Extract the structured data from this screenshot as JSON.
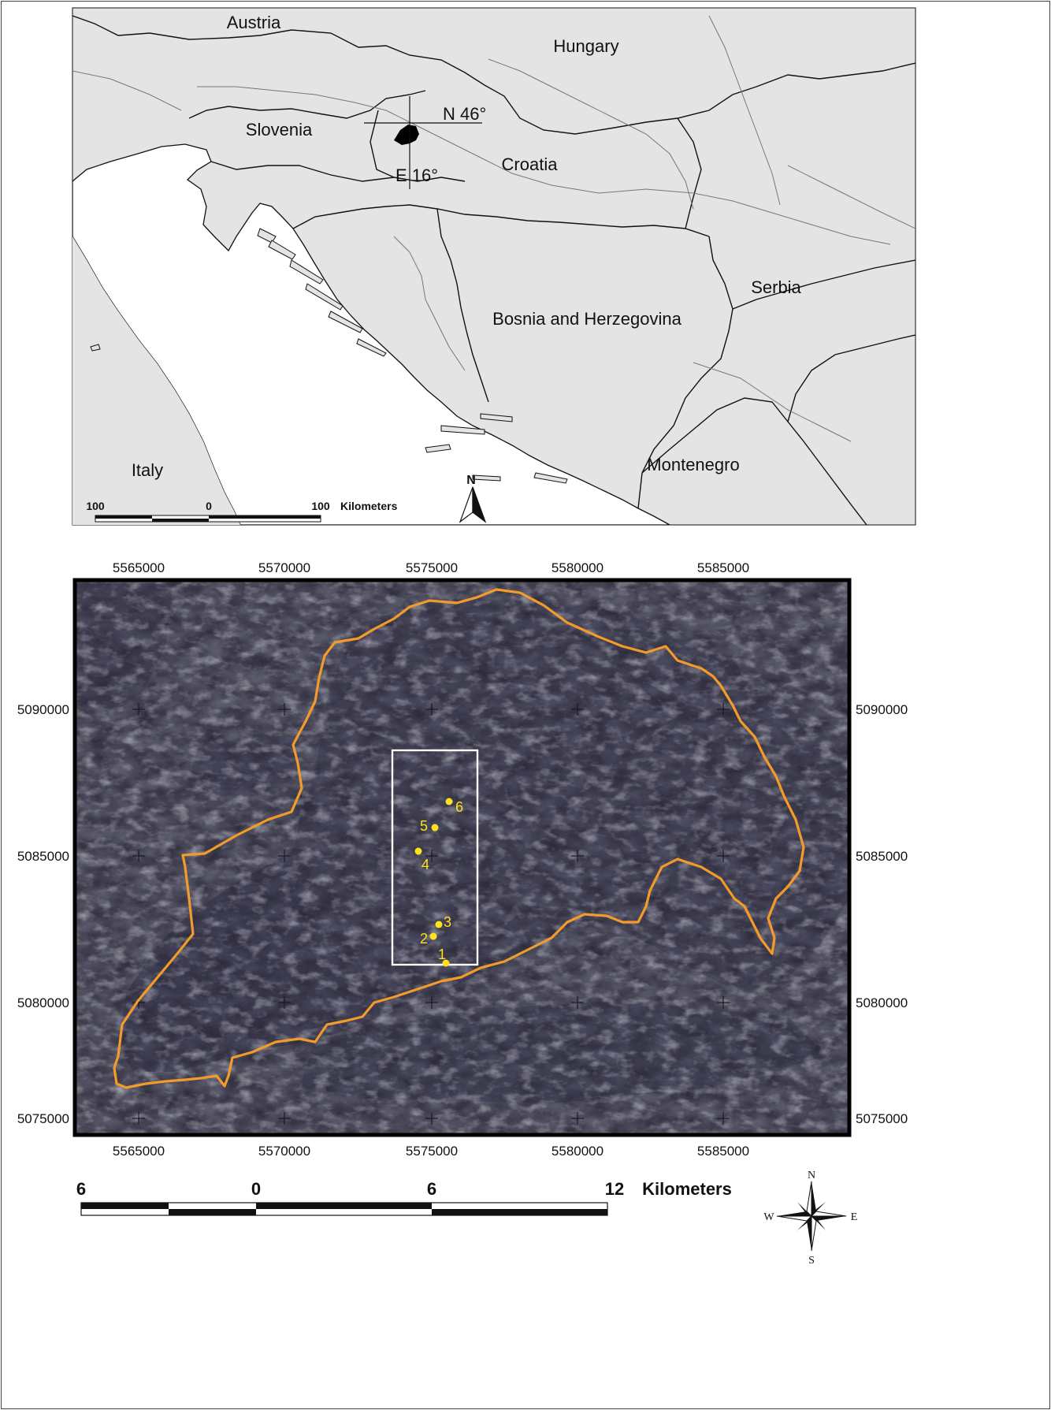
{
  "overview_map": {
    "countries": [
      {
        "name": "Austria"
      },
      {
        "name": "Hungary"
      },
      {
        "name": "Slovenia"
      },
      {
        "name": "Croatia"
      },
      {
        "name": "Bosnia and Herzegovina"
      },
      {
        "name": "Serbia"
      },
      {
        "name": "Montenegro"
      },
      {
        "name": "Italy"
      }
    ],
    "crosshair": {
      "lat_label": "N 46°",
      "lon_label": "E 16°"
    },
    "scale_bar": {
      "labels": [
        "100",
        "0",
        "100"
      ],
      "unit": "Kilometers"
    },
    "north_arrow_label": "N"
  },
  "detail_map": {
    "x_ticks": [
      "5565000",
      "5570000",
      "5575000",
      "5580000",
      "5585000"
    ],
    "y_ticks": [
      "5090000",
      "5085000",
      "5080000",
      "5075000"
    ],
    "points": [
      {
        "id": "1",
        "color": "#ffe21a"
      },
      {
        "id": "2",
        "color": "#ffe21a"
      },
      {
        "id": "3",
        "color": "#ffe21a"
      },
      {
        "id": "4",
        "color": "#ffe21a"
      },
      {
        "id": "5",
        "color": "#ffe21a"
      },
      {
        "id": "6",
        "color": "#ffe21a"
      }
    ],
    "boundary_color": "#f39b2a",
    "study_box_color": "#ffffff",
    "scale_bar": {
      "labels": [
        "6",
        "0",
        "6",
        "12"
      ],
      "unit": "Kilometers"
    },
    "compass": {
      "n": "N",
      "s": "S",
      "e": "E",
      "w": "W"
    }
  }
}
